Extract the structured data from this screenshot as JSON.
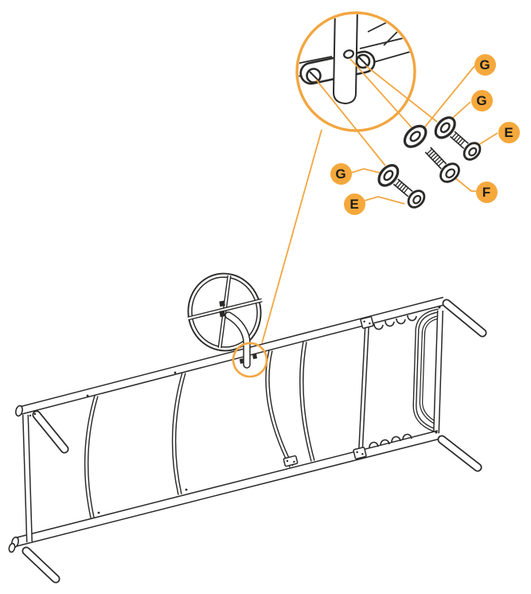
{
  "diagram": {
    "kind": "furniture-assembly-instruction-step",
    "background_color": "#FFFFFF",
    "line_color": "#2B2A29",
    "accent_color": "#F2A640",
    "callout_fill": "#F5A83B",
    "callout_text_color": "#1D1D1B",
    "callouts": [
      {
        "label": "G",
        "part": "washer",
        "position": "upper-right"
      },
      {
        "label": "G",
        "part": "washer",
        "position": "right"
      },
      {
        "label": "E",
        "part": "short-button-head-screw",
        "position": "far-right"
      },
      {
        "label": "F",
        "part": "long-button-head-screw",
        "position": "lower-right"
      },
      {
        "label": "G",
        "part": "washer",
        "position": "left-of-hardware"
      },
      {
        "label": "E",
        "part": "short-button-head-screw",
        "position": "below-left-washer"
      }
    ],
    "depicted_parts": [
      "slatted-bed-frame-underside",
      "hand-crank-wheel",
      "crank-arm-tube",
      "mounting-plate-with-two-screws-and-hole",
      "washer-x3",
      "short-screw-x2",
      "long-screw-x1"
    ]
  }
}
